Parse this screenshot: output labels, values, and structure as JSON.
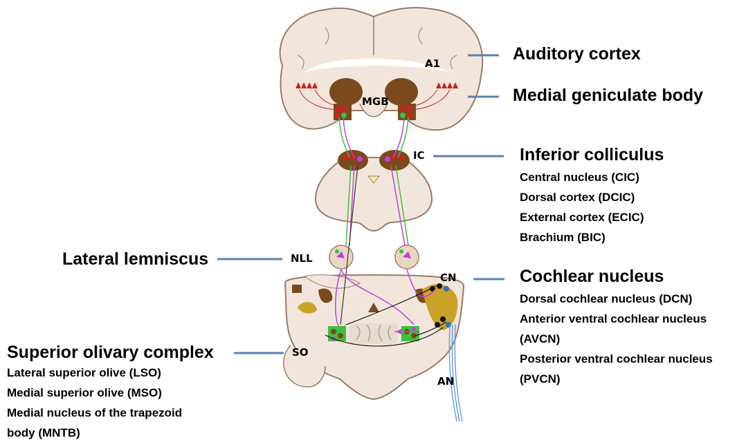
{
  "diagram": {
    "structure_tags": {
      "a1": "A1",
      "mgb": "MGB",
      "ic": "IC",
      "nll": "NLL",
      "cn": "CN",
      "so": "SO",
      "an": "AN"
    },
    "labels": {
      "auditory_cortex": "Auditory cortex",
      "mgb": "Medial geniculate body",
      "ic": {
        "title": "Inferior colliculus",
        "items": [
          "Central nucleus (CIC)",
          "Dorsal cortex (DCIC)",
          "External cortex (ECIC)",
          "Brachium (BIC)"
        ]
      },
      "lateral_lemniscus": "Lateral lemniscus",
      "cn": {
        "title": "Cochlear nucleus",
        "items": [
          "Dorsal cochlear nucleus (DCN)",
          "Anterior ventral cochlear nucleus",
          "(AVCN)",
          "Posterior ventral cochlear nucleus",
          "(PVCN)"
        ]
      },
      "soc": {
        "title": "Superior olivary complex",
        "items": [
          "Lateral superior olive (LSO)",
          "Medial superior olive (MSO)",
          "Medial nucleus of the trapezoid",
          "body (MNTB)"
        ]
      }
    },
    "colors": {
      "tissue": "#f2e6dc",
      "tissue_outline": "#9a7a66",
      "nucleus_brown": "#7a4a1c",
      "leader_line": "#5b82ad",
      "neuron_red": "#d11f1f",
      "pathway_green": "#3fbf3f",
      "pathway_magenta": "#c040e0",
      "auditory_nerve": "#5a9be0"
    }
  }
}
